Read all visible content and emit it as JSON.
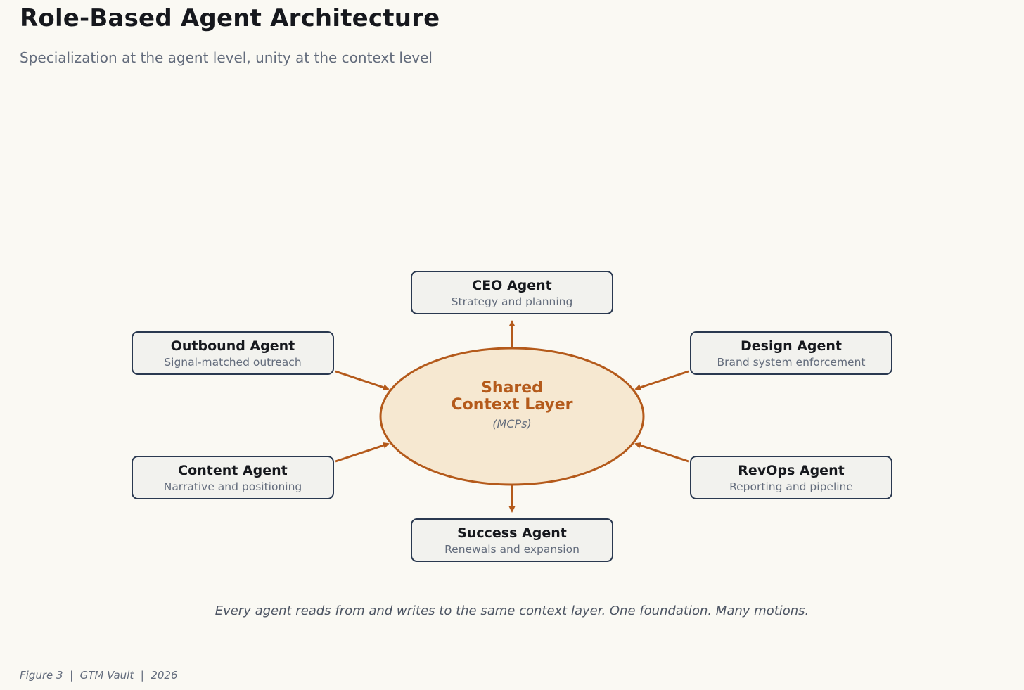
{
  "header": {
    "title": "Role-Based Agent Architecture",
    "subtitle": "Specialization at the agent level, unity at the context level"
  },
  "center": {
    "title_lines": [
      "Shared",
      "Context Layer"
    ],
    "subtitle": "(MCPs)"
  },
  "agents": [
    {
      "id": "ceo",
      "title": "CEO Agent",
      "subtitle": "Strategy and planning"
    },
    {
      "id": "outbound",
      "title": "Outbound Agent",
      "subtitle": "Signal-matched outreach"
    },
    {
      "id": "design",
      "title": "Design Agent",
      "subtitle": "Brand system enforcement"
    },
    {
      "id": "content",
      "title": "Content Agent",
      "subtitle": "Narrative and positioning"
    },
    {
      "id": "revops",
      "title": "RevOps Agent",
      "subtitle": "Reporting and pipeline"
    },
    {
      "id": "success",
      "title": "Success Agent",
      "subtitle": "Renewals and expansion"
    }
  ],
  "caption": "Every agent reads from and writes to the same context layer. One foundation. Many motions.",
  "footer": "Figure 3  |  GTM Vault  |  2026",
  "colors": {
    "background": "#faf9f3",
    "accent": "#b45a1b",
    "ellipse_fill": "#f6e8d1",
    "node_fill": "#f2f2ee",
    "node_border": "#2a3950",
    "title_text": "#16181d",
    "muted_text": "#636c7c",
    "caption_text": "#4d5563"
  }
}
